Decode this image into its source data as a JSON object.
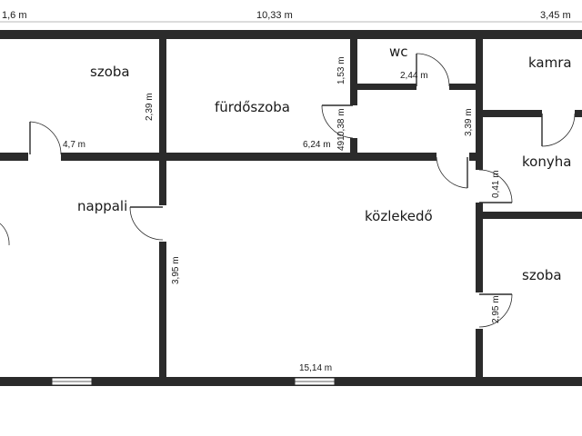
{
  "overall_dimensions": {
    "left": "1,6 m",
    "middle": "10,33 m",
    "right": "3,45 m"
  },
  "rooms": {
    "szoba_top": {
      "label": "szoba"
    },
    "furdoszoba": {
      "label": "fürdőszoba"
    },
    "wc": {
      "label": "wc"
    },
    "kamra": {
      "label": "kamra"
    },
    "konyha": {
      "label": "konyha"
    },
    "nappali": {
      "label": "nappali"
    },
    "kozlekedo": {
      "label": "közlekedő"
    },
    "szoba_bottom": {
      "label": "szoba"
    }
  },
  "dimensions": {
    "szoba_top_width": "4,7 m",
    "szoba_top_height": "2,39 m",
    "furdoszoba_width": "6,24 m",
    "furdoszoba_small": "0,38 m",
    "furdoszoba_side": "491",
    "wc_width": "2,44 m",
    "wc_height": "1,53 m",
    "hall_upper_height": "3,39 m",
    "konyha_dim": "0,41 m",
    "nappali_height": "3,95 m",
    "kozlekedo_width": "15,14 m",
    "szoba_bottom_height": "2,95 m"
  }
}
